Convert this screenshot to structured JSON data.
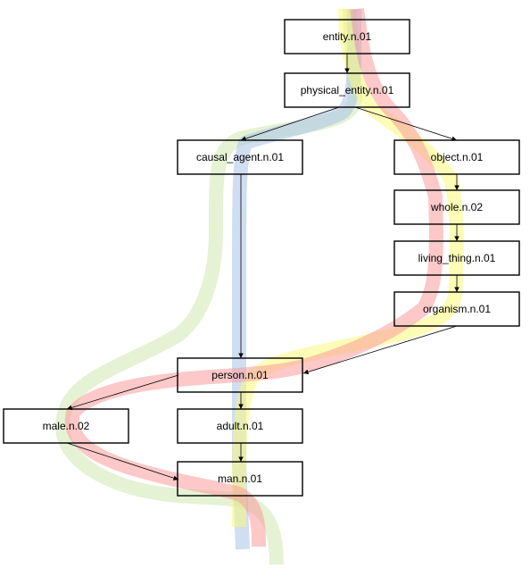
{
  "nodes": {
    "entity": "entity.n.01",
    "physical_entity": "physical_entity.n.01",
    "causal_agent": "causal_agent.n.01",
    "object": "object.n.01",
    "whole": "whole.n.02",
    "living_thing": "living_thing.n.01",
    "organism": "organism.n.01",
    "person": "person.n.01",
    "male": "male.n.02",
    "adult": "adult.n.01",
    "man": "man.n.01"
  },
  "colors": {
    "band_green": "#cfe8b0",
    "band_blue": "#a9c2e8",
    "band_yellow": "#fafa7a",
    "band_red": "#f99a9a",
    "edge": "#000000"
  }
}
